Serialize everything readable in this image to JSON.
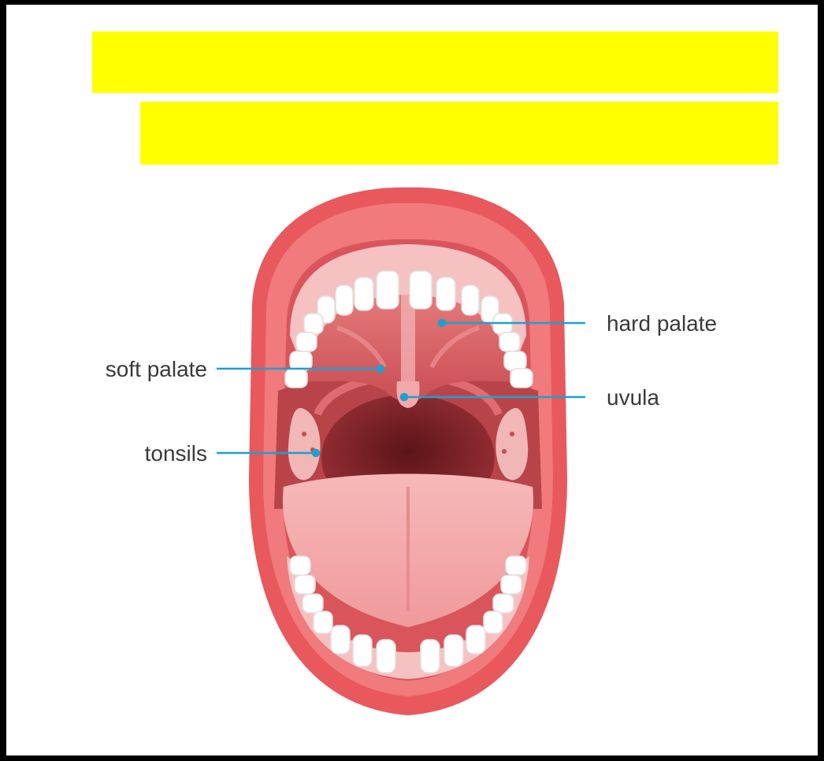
{
  "diagram": {
    "labels": {
      "hard_palate": "hard palate",
      "soft_palate": "soft palate",
      "uvula": "uvula",
      "tonsils": "tonsils"
    }
  },
  "colors": {
    "redaction": "#ffff00",
    "frame": "#000000",
    "leader_line": "#1f9fd0",
    "lip": "#e9585c",
    "tongue": "#f3a9a9",
    "throat": "#7a1f22"
  }
}
